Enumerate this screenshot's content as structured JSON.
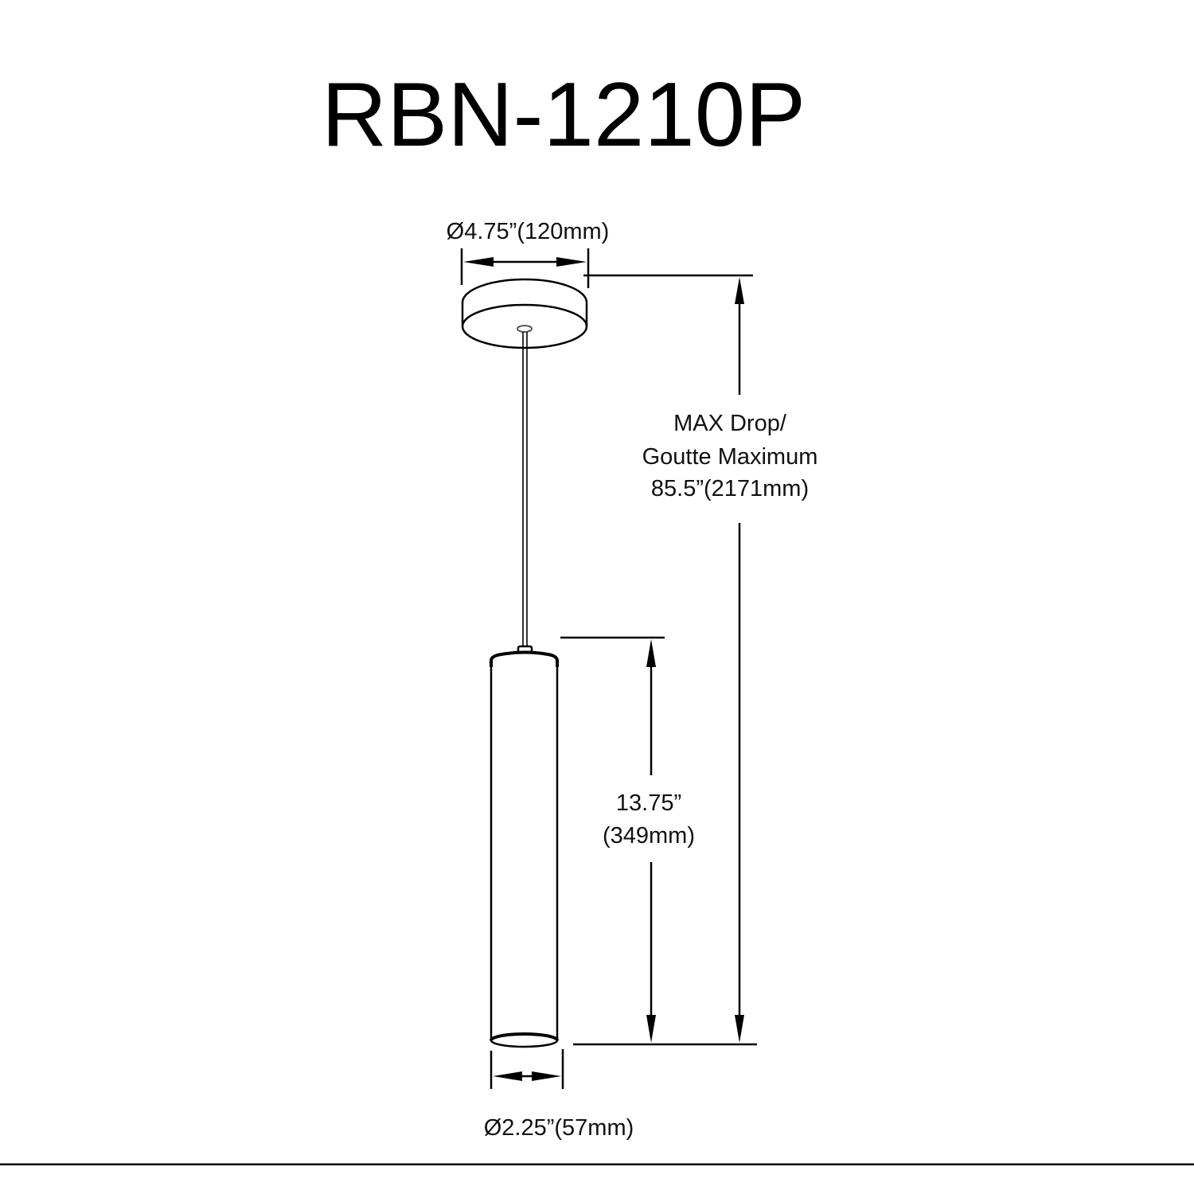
{
  "title": "RBN-1210P",
  "dimensions": {
    "canopy_diameter": "Ø4.75”(120mm)",
    "max_drop_line1": "MAX Drop/",
    "max_drop_line2": "Goutte Maximum",
    "max_drop_line3": "85.5”(2171mm)",
    "shade_height_line1": "13.75”",
    "shade_height_line2": "(349mm)",
    "shade_diameter": "Ø2.25”(57mm)"
  },
  "colors": {
    "line": "#000000",
    "background": "#ffffff"
  }
}
